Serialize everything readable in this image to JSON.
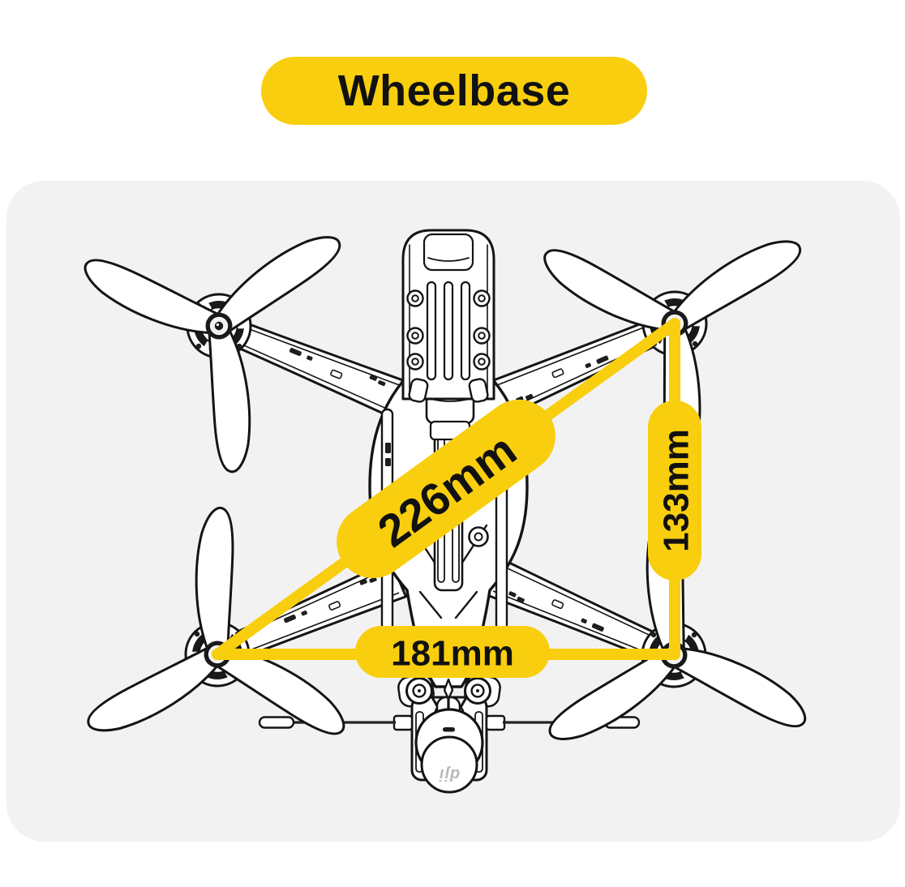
{
  "title": {
    "label": "Wheelbase"
  },
  "colors": {
    "accent_yellow": "#F8CE0E",
    "panel_background": "#F2F2F3",
    "canvas_background": "#FFFFFF",
    "line_ink": "#141414",
    "label_text": "#111111"
  },
  "diagram": {
    "camera_logo": "dji",
    "measurements": {
      "diagonal": {
        "label": "226mm"
      },
      "vertical": {
        "label": "133mm"
      },
      "horizontal": {
        "label": "181mm"
      }
    }
  }
}
